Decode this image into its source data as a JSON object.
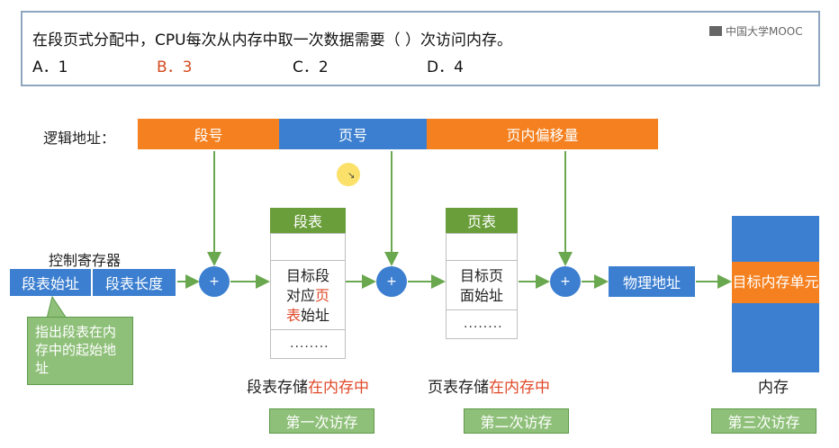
{
  "question": {
    "text": "在段页式分配中，CPU每次从内存中取一次数据需要（     ）次访问内存。",
    "options": [
      {
        "label": "A．1"
      },
      {
        "label": "B．3"
      },
      {
        "label": "C．2"
      },
      {
        "label": "D．4"
      }
    ],
    "highlight_color": "#d44a1e"
  },
  "logo": {
    "text": "中国大学MOOC"
  },
  "logical_address": {
    "label": "逻辑地址：",
    "fields": [
      "段号",
      "页号",
      "页内偏移量"
    ]
  },
  "control_register": {
    "label": "控制寄存器",
    "fields": [
      "段表始址",
      "段表长度"
    ]
  },
  "callout": {
    "text": "指出段表在内存中的起始地址"
  },
  "segment_table": {
    "header": "段表",
    "cell_lines": [
      [
        {
          "t": "目标段",
          "red": false
        }
      ],
      [
        {
          "t": "对应",
          "red": false
        },
        {
          "t": "页",
          "red": true
        }
      ],
      [
        {
          "t": "表",
          "red": true
        },
        {
          "t": "始址",
          "red": false
        }
      ]
    ],
    "dots": "........"
  },
  "page_table": {
    "header": "页表",
    "cell_lines": [
      "目标页",
      "面始址"
    ],
    "dots": "........"
  },
  "adder_symbol": "+",
  "physical_address": "物理地址",
  "memory": {
    "target": "目标内存单元",
    "label": "内存"
  },
  "segment_store": {
    "prefix": "段表存储",
    "highlight": "在内存中"
  },
  "page_store": {
    "prefix": "页表存储",
    "highlight": "在内存中"
  },
  "accesses": [
    "第一次访存",
    "第二次访存",
    "第三次访存"
  ],
  "colors": {
    "orange": "#f5801f",
    "blue": "#3c7fd0",
    "green": "#6a9e3a",
    "callout_green": "#8fc07a",
    "arrow_green": "#6aa84f",
    "red": "#e04a2a"
  }
}
